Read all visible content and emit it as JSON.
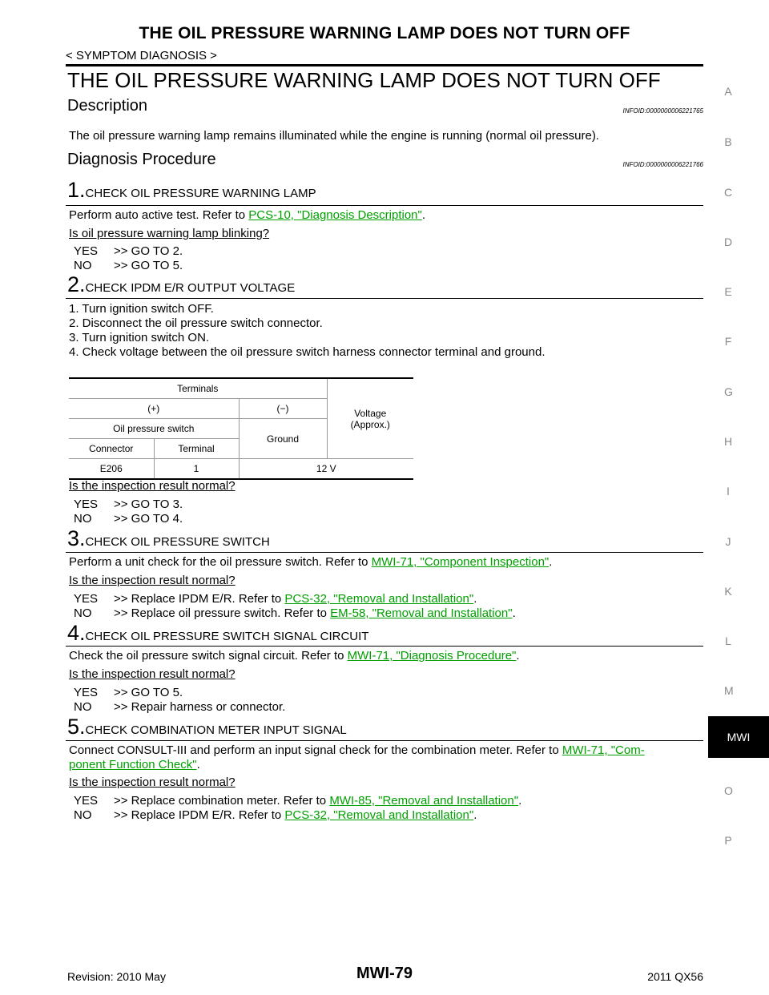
{
  "header": {
    "title": "THE OIL PRESSURE WARNING LAMP DOES NOT TURN OFF",
    "section": "< SYMPTOM DIAGNOSIS >"
  },
  "page_title": "THE OIL PRESSURE WARNING LAMP DOES NOT TURN OFF",
  "description": {
    "heading": "Description",
    "infoid": "INFOID:0000000006221765",
    "text": "The oil pressure warning lamp remains illuminated while the engine is running (normal oil pressure)."
  },
  "procedure": {
    "heading": "Diagnosis Procedure",
    "infoid": "INFOID:0000000006221766"
  },
  "steps": {
    "s1": {
      "num": "1.",
      "title": "CHECK OIL PRESSURE WARNING LAMP",
      "text_pre": "Perform auto active test. Refer to ",
      "link": "PCS-10, \"Diagnosis Description\"",
      "text_post": ".",
      "question": "Is oil pressure warning lamp blinking?",
      "yes_key": "YES",
      "yes_val": ">> GO TO 2.",
      "no_key": "NO",
      "no_val": ">> GO TO 5."
    },
    "s2": {
      "num": "2.",
      "title": "CHECK IPDM E/R OUTPUT VOLTAGE",
      "items": [
        "1. Turn ignition switch OFF.",
        "2. Disconnect the oil pressure switch connector.",
        "3. Turn ignition switch ON.",
        "4. Check voltage between the oil pressure switch harness connector terminal and ground."
      ],
      "table": {
        "terminals": "Terminals",
        "plus": "(+)",
        "minus": "(−)",
        "voltage_1": "Voltage",
        "voltage_2": "(Approx.)",
        "oil_switch": "Oil pressure switch",
        "ground": "Ground",
        "connector_h": "Connector",
        "terminal_h": "Terminal",
        "connector": "E206",
        "terminal": "1",
        "volts": "12 V"
      },
      "question": "Is the inspection result normal?",
      "yes_key": "YES",
      "yes_val": ">> GO TO 3.",
      "no_key": "NO",
      "no_val": ">> GO TO 4."
    },
    "s3": {
      "num": "3.",
      "title": "CHECK OIL PRESSURE SWITCH",
      "text_pre": "Perform a unit check for the oil pressure switch. Refer to ",
      "link": "MWI-71, \"Component Inspection\"",
      "text_post": ".",
      "question": "Is the inspection result normal?",
      "yes_key": "YES",
      "yes_pre": ">> Replace IPDM E/R. Refer to ",
      "yes_link": "PCS-32, \"Removal and Installation\"",
      "yes_post": ".",
      "no_key": "NO",
      "no_pre": ">> Replace oil pressure switch. Refer to ",
      "no_link": "EM-58, \"Removal and Installation\"",
      "no_post": "."
    },
    "s4": {
      "num": "4.",
      "title": "CHECK OIL PRESSURE SWITCH SIGNAL CIRCUIT",
      "text_pre": "Check the oil pressure switch signal circuit. Refer to ",
      "link": "MWI-71, \"Diagnosis Procedure\"",
      "text_post": ".",
      "question": "Is the inspection result normal?",
      "yes_key": "YES",
      "yes_val": ">> GO TO 5.",
      "no_key": "NO",
      "no_val": ">> Repair harness or connector."
    },
    "s5": {
      "num": "5.",
      "title": "CHECK COMBINATION METER INPUT SIGNAL",
      "text_pre": "Connect CONSULT-III and perform an input signal check for the combination meter. Refer to ",
      "link_a": "MWI-71, \"Com-",
      "link_b": "ponent Function Check\"",
      "text_post": ".",
      "question": "Is the inspection result normal?",
      "yes_key": "YES",
      "yes_pre": ">> Replace combination meter. Refer to ",
      "yes_link": "MWI-85, \"Removal and Installation\"",
      "yes_post": ".",
      "no_key": "NO",
      "no_pre": ">> Replace IPDM E/R. Refer to ",
      "no_link": "PCS-32, \"Removal and Installation\"",
      "no_post": "."
    }
  },
  "side_index": [
    "A",
    "B",
    "C",
    "D",
    "E",
    "F",
    "G",
    "H",
    "I",
    "J",
    "K",
    "L",
    "M",
    "MWI",
    "O",
    "P"
  ],
  "footer": {
    "revision": "Revision: 2010 May",
    "page": "MWI-79",
    "model": "2011 QX56"
  }
}
